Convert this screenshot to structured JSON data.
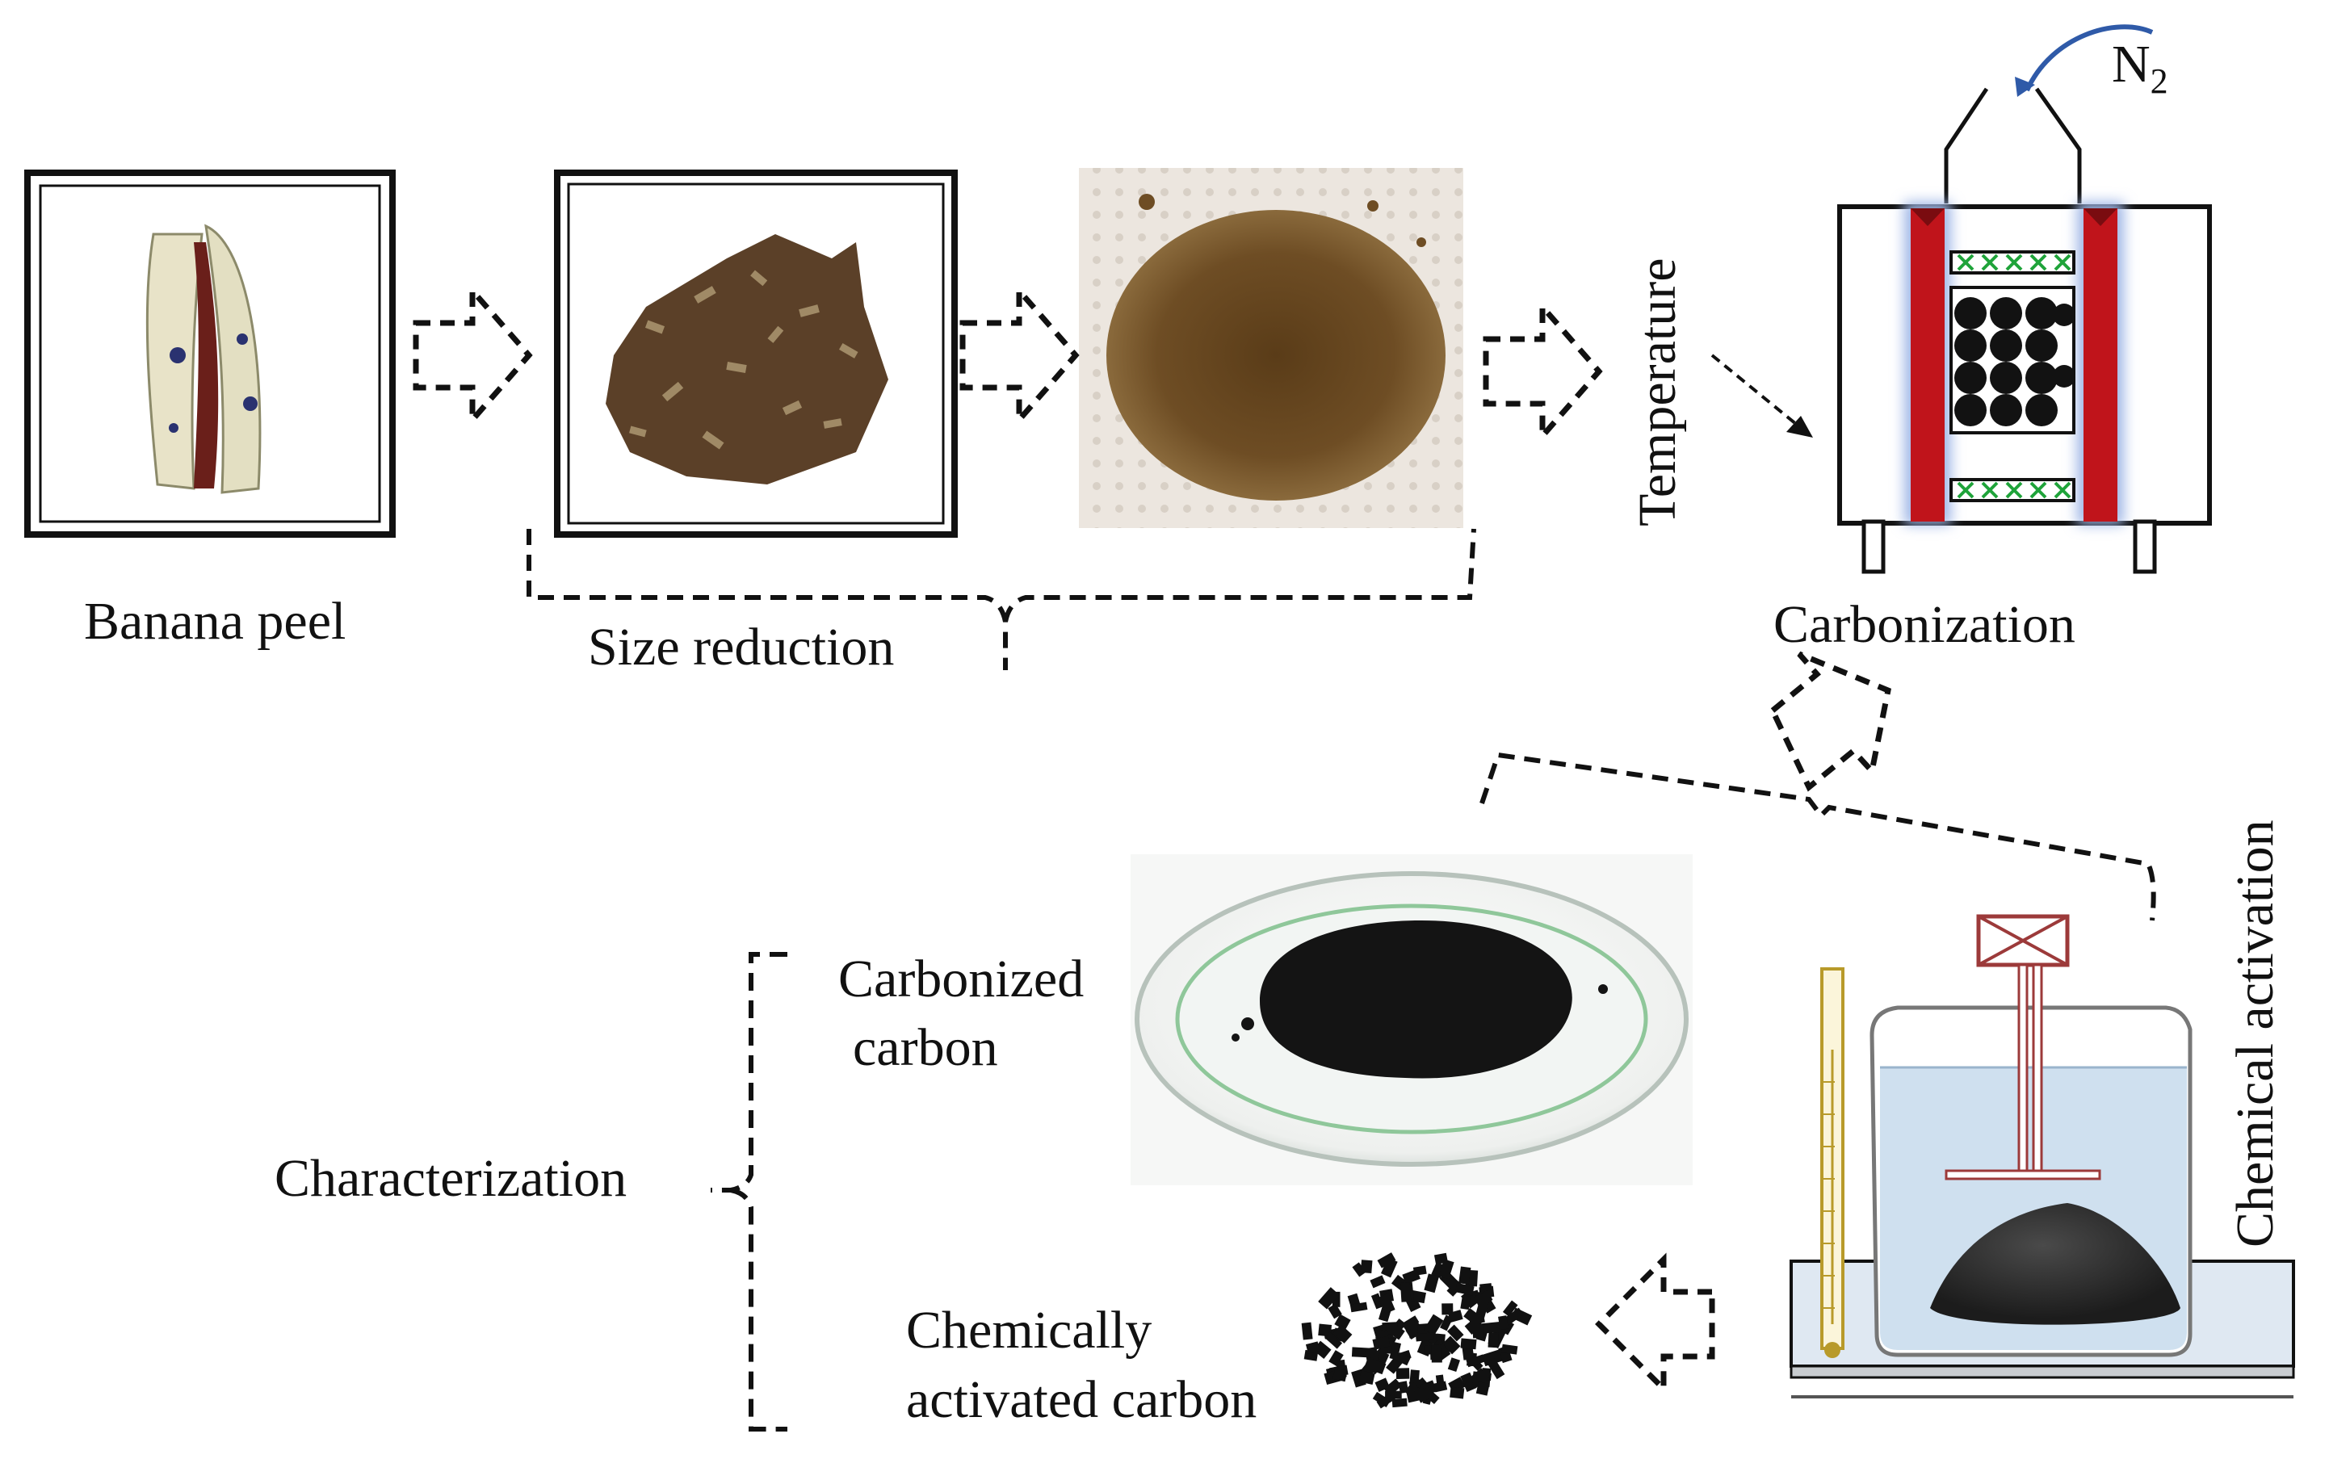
{
  "labels": {
    "banana_peel": "Banana peel",
    "size_reduction": "Size reduction",
    "temperature": "Temperature",
    "n2_main": "N",
    "n2_sub": "2",
    "carbonization": "Carbonization",
    "chemical_activation": "Chemical activation",
    "carbonized_line1": "Carbonized",
    "carbonized_line2": "carbon",
    "characterization": "Characterization",
    "activated_line1": "Chemically",
    "activated_line2": "activated carbon"
  },
  "colors": {
    "heater_red": "#c0141b",
    "heater_glow": "#9fb6e6",
    "spacer_green": "#1fa33a",
    "liquid_blue": "#cfe0ef",
    "stirrer_red": "#9c3a3a",
    "thermometer_gold": "#b89a2a",
    "n2_arrow": "#2f5aa8",
    "powder_brown": "#6a4a22",
    "carbon_black": "#121212"
  }
}
